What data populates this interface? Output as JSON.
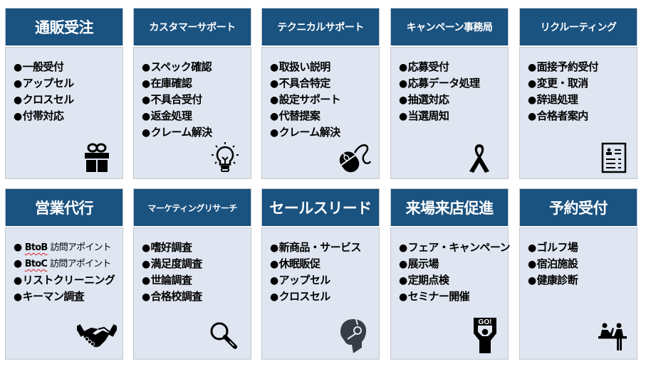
{
  "colors": {
    "header_bg": "#1a5280",
    "header_text": "#ffffff",
    "body_bg": "#dfe6f1",
    "border": "#c2c6cc",
    "text": "#000000"
  },
  "cards": [
    {
      "title": "通販受注",
      "icon": "gift-icon",
      "items": [
        "一般受付",
        "アップセル",
        "クロスセル",
        "付帯対応"
      ]
    },
    {
      "title": "カスタマーサポート",
      "icon": "lightbulb-icon",
      "items": [
        "スペック確認",
        "在庫確認",
        "不具合受付",
        "返金処理",
        "クレーム解決"
      ]
    },
    {
      "title": "テクニカルサポート",
      "icon": "mouse-icon",
      "items": [
        "取扱い説明",
        "不具合特定",
        "設定サポート",
        "代替提案",
        "クレーム解決"
      ]
    },
    {
      "title": "キャンペーン事務局",
      "icon": "ribbon-icon",
      "items": [
        "応募受付",
        "応募データ処理",
        "抽選対応",
        "当選周知"
      ]
    },
    {
      "title": "リクルーティング",
      "icon": "resume-icon",
      "items": [
        "面接予約受付",
        "変更・取消",
        "辞退処理",
        "合格者案内"
      ]
    },
    {
      "title": "営業代行",
      "icon": "handshake-icon",
      "items": [
        {
          "prefix": "BtoB",
          "text": "訪問アポイント"
        },
        {
          "prefix": "BtoC",
          "text": "訪問アポイント"
        },
        "リストクリーニング",
        "キーマン調査"
      ]
    },
    {
      "title": "マーケティングリサーチ",
      "icon": "magnifier-icon",
      "items": [
        "嗜好調査",
        "満足度調査",
        "世論調査",
        "合格校調査"
      ]
    },
    {
      "title": "セールスリード",
      "icon": "headset-operator-icon",
      "items": [
        "新商品・サービス",
        "休眠販促",
        "アップセル",
        "クロスセル"
      ]
    },
    {
      "title": "来場来店促進",
      "icon": "go-sign-icon",
      "items": [
        "フェア・キャンペーン",
        "展示場",
        "定期点検",
        "セミナー開催"
      ]
    },
    {
      "title": "予約受付",
      "icon": "reception-desk-icon",
      "items": [
        "ゴルフ場",
        "宿泊施設",
        "健康診断"
      ]
    }
  ],
  "bullet": "●",
  "go_text": "GO!"
}
